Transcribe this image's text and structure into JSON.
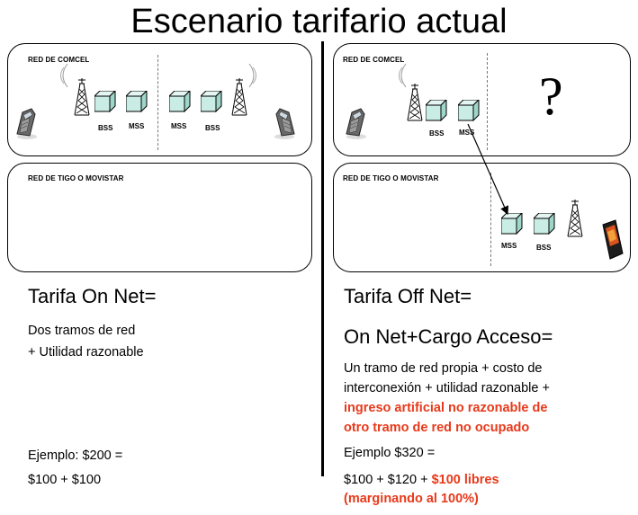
{
  "title": "Escenario tarifario actual",
  "left": {
    "top_panel_label": "RED  DE COMCEL",
    "bottom_panel_label": "RED DE TIGO O MOVISTAR",
    "nodes": [
      "BSS",
      "MSS",
      "MSS",
      "BSS"
    ],
    "heading": "Tarifa On Net=",
    "desc_line1": "Dos tramos de red",
    "desc_line2": "+ Utilidad razonable",
    "example_line1": "Ejemplo: $200 =",
    "example_line2": "$100 + $100"
  },
  "right": {
    "top_panel_label": "RED DE COMCEL",
    "bottom_panel_label": "RED DE TIGO O MOVISTAR",
    "top_nodes": [
      "BSS",
      "MSS"
    ],
    "bottom_nodes": [
      "MSS",
      "BSS"
    ],
    "question_mark": "?",
    "heading1": "Tarifa Off Net=",
    "heading2": "On Net+Cargo Acceso=",
    "desc_line1": "Un tramo de red propia + costo de",
    "desc_line2": "interconexión + utilidad razonable +",
    "desc_red_line1": "ingreso artificial no razonable de",
    "desc_red_line2": "otro tramo de red no ocupado",
    "example_line1": "Ejemplo $320 =",
    "example_line2_black": "$100 + $120 + ",
    "example_line2_red": "$100 libres",
    "example_line3_red": "(marginando  al 100%)"
  },
  "colors": {
    "cube_front": "#c9ece4",
    "cube_side": "#9fd6ca",
    "cube_top": "#e4f6f2",
    "accent_red": "#e8391a"
  }
}
